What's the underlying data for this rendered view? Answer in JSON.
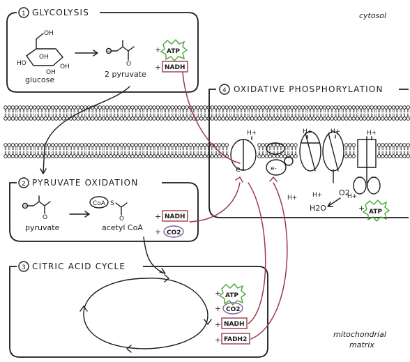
{
  "labels": {
    "cytosol": "cytosol",
    "matrix_line1": "mitochondrial",
    "matrix_line2": "matrix"
  },
  "stages": [
    {
      "num": "1",
      "title": "GLYCOLYSIS"
    },
    {
      "num": "2",
      "title": "PYRUVATE OXIDATION"
    },
    {
      "num": "3",
      "title": "CITRIC ACID CYCLE"
    },
    {
      "num": "4",
      "title": "OXIDATIVE PHOSPHORYLATION"
    }
  ],
  "glycolysis": {
    "glucose": "glucose",
    "pyruvate": "2 pyruvate",
    "oh": "OH",
    "ho": "HO",
    "atp": "ATP",
    "nadh": "NADH",
    "plus": "+"
  },
  "pyruvate_oxidation": {
    "pyruvate": "pyruvate",
    "acetyl_coa": "acetyl CoA",
    "coa": "CoA",
    "s": "S",
    "nadh": "NADH",
    "co2": "CO2",
    "plus": "+"
  },
  "citric_acid": {
    "atp": "ATP",
    "co2": "CO2",
    "nadh": "NADH",
    "fadh2": "FADH2",
    "plus": "+"
  },
  "oxphos": {
    "h": "H+",
    "e": "e-",
    "o2": "O2",
    "h2o": "H2O",
    "atp": "ATP",
    "plus": "+"
  },
  "colors": {
    "ink": "#1a1a1a",
    "nadh": "#9b3a4c",
    "atp": "#4aa33a",
    "co2": "#7b5ea7",
    "proton": "#d4872a"
  }
}
